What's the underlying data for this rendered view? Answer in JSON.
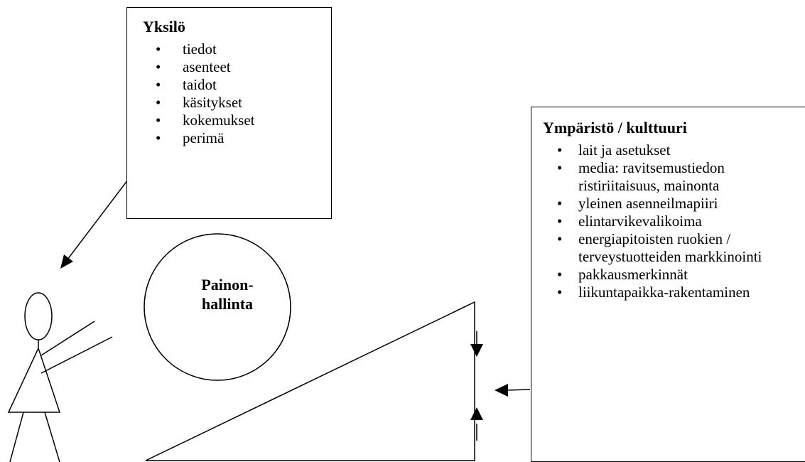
{
  "individual": {
    "title": "Yksilö",
    "items": [
      "tiedot",
      "asenteet",
      "taidot",
      "käsitykset",
      "kokemukset",
      "perimä"
    ]
  },
  "environment": {
    "title": "Ympäristö / kulttuuri",
    "items": [
      "lait ja asetukset",
      "media: ravitsemustiedon ristiriitaisuus, mainonta",
      "yleinen asenneilmapiiri",
      "elintarvikevalikoima",
      "energiapitoisten ruokien / terveystuotteiden markkinointi",
      "pakkausmerkinnät",
      "liikuntapaikka-rakentaminen"
    ]
  },
  "center": {
    "label_line1": "Painon-",
    "label_line2": "hallinta"
  },
  "bullet_char": "•"
}
